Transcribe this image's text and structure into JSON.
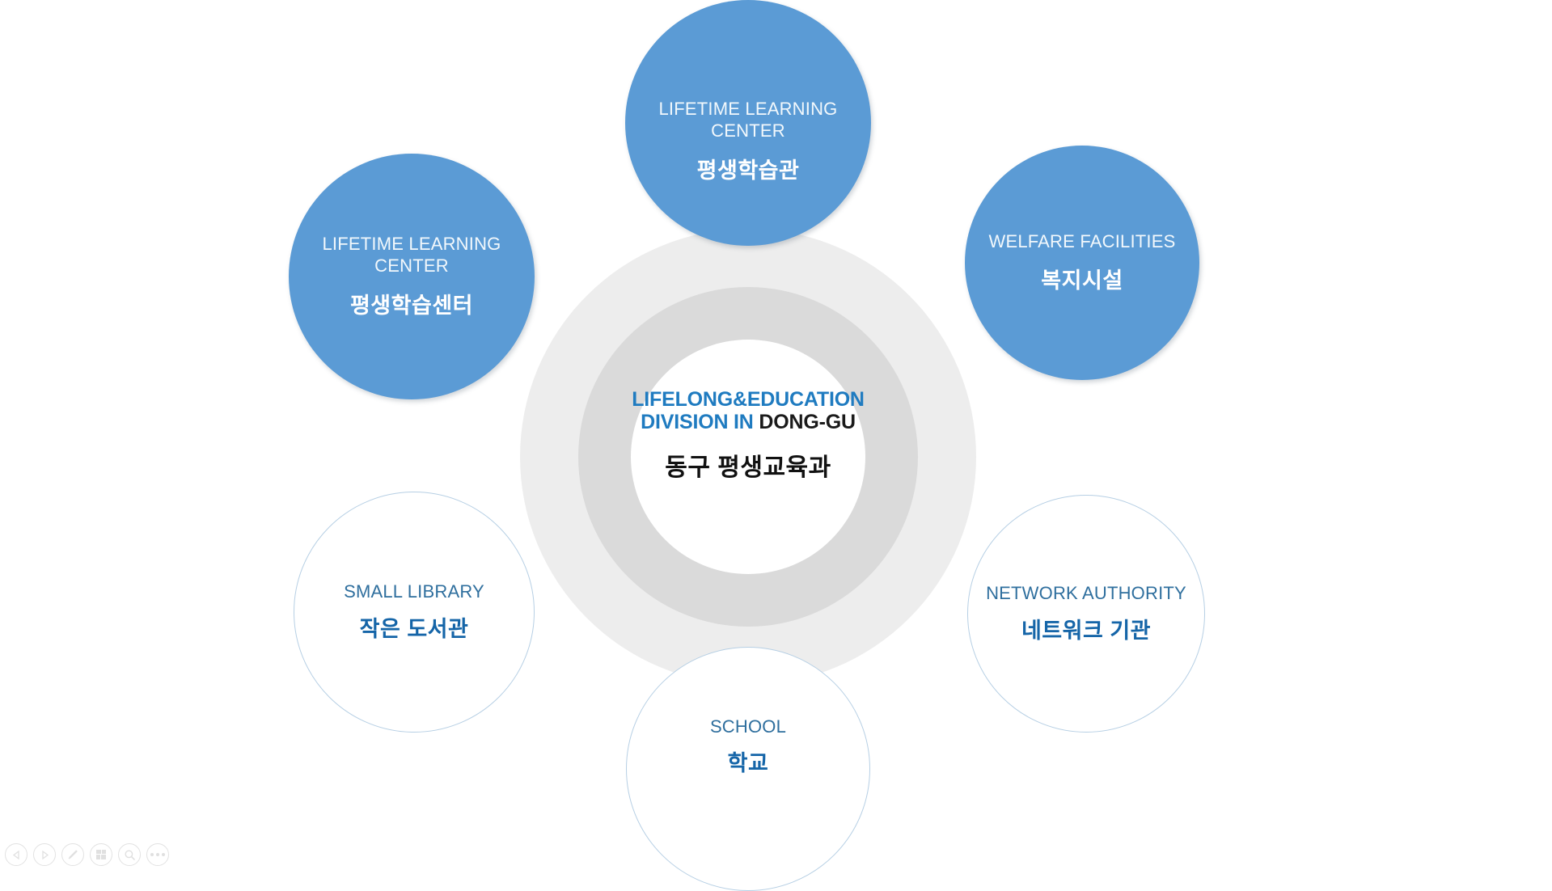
{
  "slide": {
    "title": "Lifelong & Education Division in Dong-gu diagram",
    "background_color": "#ffffff"
  },
  "center": {
    "english_line1": "LIFELONG&EDUCATION",
    "english_line2_blue": "DIVISION IN ",
    "english_line2_dark": "DONG-GU",
    "korean": "동구 평생교육과",
    "english_color": "#1f7bc0",
    "dark_color": "#1a1a1a",
    "korean_color": "#111111"
  },
  "rings": {
    "outer_color": "#ededed",
    "inner_color": "#dadada",
    "hole_color": "#ffffff"
  },
  "nodes": [
    {
      "id": "lifetime-learning-center-hall",
      "english": "LIFETIME LEARNING CENTER",
      "korean": "평생학습관",
      "style": "filled",
      "fill_color": "#5b9bd5",
      "text_color": "#ffffff"
    },
    {
      "id": "lifetime-learning-center",
      "english": "LIFETIME LEARNING CENTER",
      "korean": "평생학습센터",
      "style": "filled",
      "fill_color": "#5b9bd5",
      "text_color": "#ffffff"
    },
    {
      "id": "welfare-facilities",
      "english": "WELFARE FACILITIES",
      "korean": "복지시설",
      "style": "filled",
      "fill_color": "#5b9bd5",
      "text_color": "#ffffff"
    },
    {
      "id": "small-library",
      "english": "SMALL LIBRARY",
      "korean": "작은 도서관",
      "style": "outlined",
      "border_color": "#b6cfe4",
      "english_color": "#2f6f9e",
      "korean_color": "#1565a8"
    },
    {
      "id": "school",
      "english": "SCHOOL",
      "korean": "학교",
      "style": "outlined",
      "border_color": "#b6cfe4",
      "english_color": "#2f6f9e",
      "korean_color": "#1565a8"
    },
    {
      "id": "network-authority",
      "english": "NETWORK AUTHORITY",
      "korean": "네트워크 기관",
      "style": "outlined",
      "border_color": "#b6cfe4",
      "english_color": "#2f6f9e",
      "korean_color": "#1565a8"
    }
  ],
  "toolbar": {
    "buttons": [
      {
        "name": "previous-slide-button",
        "icon": "triangle-left-icon"
      },
      {
        "name": "next-slide-button",
        "icon": "triangle-right-icon"
      },
      {
        "name": "pen-tool-button",
        "icon": "pen-icon"
      },
      {
        "name": "all-slides-button",
        "icon": "grid-icon"
      },
      {
        "name": "zoom-button",
        "icon": "magnifier-icon"
      },
      {
        "name": "more-options-button",
        "icon": "ellipsis-icon"
      }
    ]
  }
}
